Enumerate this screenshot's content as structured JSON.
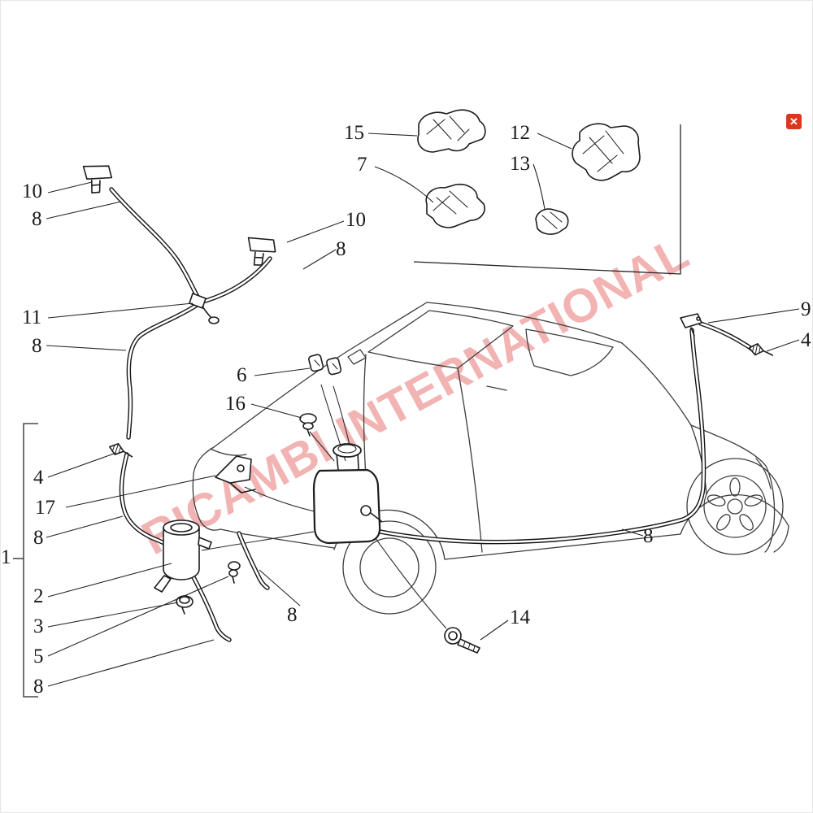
{
  "page": {
    "watermark": "RICAMBI INTERNATIONAL",
    "watermark_color": "#e77474",
    "background": "#ffffff"
  },
  "close_button": {
    "symbol": "✕",
    "color": "#d9381e"
  },
  "diagram": {
    "type": "exploded-parts-diagram",
    "subject": "car windscreen washer system parts diagram",
    "callouts": [
      {
        "label": "10"
      },
      {
        "label": "8"
      },
      {
        "label": "11"
      },
      {
        "label": "8"
      },
      {
        "label": "15"
      },
      {
        "label": "7"
      },
      {
        "label": "12"
      },
      {
        "label": "13"
      },
      {
        "label": "10"
      },
      {
        "label": "8"
      },
      {
        "label": "6"
      },
      {
        "label": "16"
      },
      {
        "label": "9"
      },
      {
        "label": "4"
      },
      {
        "label": "4"
      },
      {
        "label": "17"
      },
      {
        "label": "8"
      },
      {
        "label": "1"
      },
      {
        "label": "2"
      },
      {
        "label": "3"
      },
      {
        "label": "5"
      },
      {
        "label": "8"
      },
      {
        "label": "8"
      },
      {
        "label": "8"
      },
      {
        "label": "14"
      }
    ]
  }
}
